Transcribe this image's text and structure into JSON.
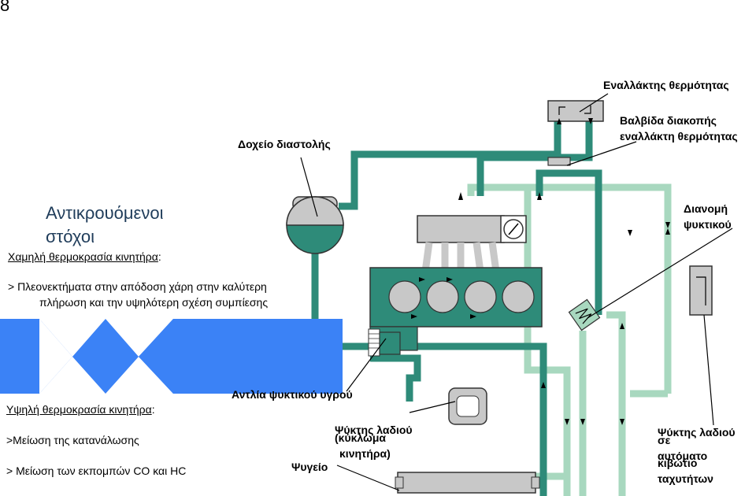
{
  "slide_number": "8",
  "title_line1": "Αντικρουόμενοι",
  "title_line2": "στόχοι",
  "low_temp": {
    "heading": "Χαμηλή θερμοκρασία κινητήρα",
    "colon": ":",
    "point_line1": "> Πλεονεκτήματα στην απόδοση χάρη στην καλύτερη",
    "point_line2": "πλήρωση και την υψηλότερη σχέση συμπίεσης"
  },
  "high_temp": {
    "heading": "Υψηλή θερμοκρασία κινητήρα",
    "colon": ":",
    "point1": ">Μείωση της κατανάλωσης",
    "point2": "> Μείωση των εκπομπών CO και HC"
  },
  "labels": {
    "heat_exchanger": "Εναλλάκτης θερμότητας",
    "valve_line1": "Βαλβίδα διακοπής",
    "valve_line2": "εναλλάκτη θερμότητας",
    "expansion_tank": "Δοχείο διαστολής",
    "coolant_dist_line1": "Διανομή",
    "coolant_dist_line2": "ψυκτικού",
    "coolant_pump": "Αντλία ψυκτικού υγρού",
    "oil_cooler_line1": "Ψύκτης λαδιού",
    "oil_cooler_line2": "(κύκλωμα",
    "oil_cooler_line3": "κινητήρα)",
    "radiator": "Ψυγείο",
    "gearbox_cooler_line1": "Ψύκτης λαδιού",
    "gearbox_cooler_line2": "σε",
    "gearbox_cooler_line3": "αυτόματο",
    "gearbox_cooler_line4": "κιβώτιο",
    "gearbox_cooler_line5": "ταχυτήτων"
  },
  "colors": {
    "title": "#1f3c5a",
    "banner_blue": "#3b82f6",
    "engine_teal": "#2e8b79",
    "pipe_dark": "#2e8b79",
    "pipe_light": "#a8d8bf",
    "component_grey": "#c8c8c8"
  }
}
